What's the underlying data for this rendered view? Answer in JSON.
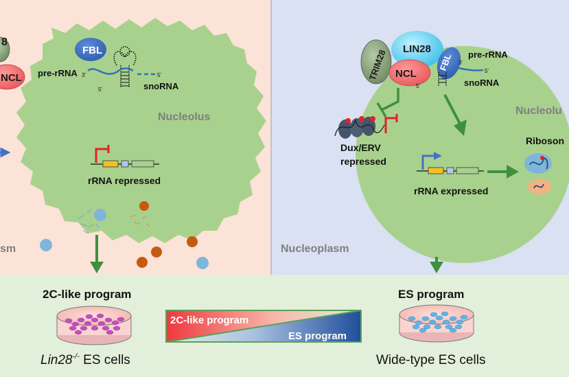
{
  "left": {
    "partial_label_cut": "8",
    "ncl_label": "NCL",
    "fbl_label": "FBL",
    "pre_rrna_label": "pre-rRNA",
    "three_prime": "3'",
    "five_prime_a": "5'",
    "five_prime_b": "5'",
    "snorna_label": "snoRNA",
    "nucleolus_label": "Nucleolus",
    "rrna_status": "rRNA repressed",
    "nucleoplasm_cut": "sm",
    "program_title": "2C-like program",
    "cells_italic": "Lin28",
    "cells_sup": "-/-",
    "cells_rest": " ES cells"
  },
  "right": {
    "trim28_label": "TRIM28",
    "lin28_label": "LIN28",
    "ncl_label": "NCL",
    "fbl_label": "FBL",
    "pre_rrna_label": "pre-rRNA",
    "three_prime": "3'",
    "five_prime_a": "5'",
    "five_prime_b": "5'",
    "snorna_label": "snoRNA",
    "nucleolus_label": "Nucleolu",
    "dux_label_line1": "Dux/ERV",
    "dux_label_line2": "repressed",
    "rrna_status": "rRNA expressed",
    "ribosome_label": "Riboson",
    "nucleoplasm_label": "Nucleoplasm",
    "program_title": "ES program",
    "cells_label": "Wide-type ES cells"
  },
  "gradient_bar": {
    "top_label": "2C-like program",
    "bottom_label": "ES program"
  },
  "colors": {
    "left_bg": "#fbe3d7",
    "right_bg": "#d9e1f2",
    "bottom_bg": "#e2efda",
    "nucleolus": "#a9d18e",
    "arrow_green": "#3f8f3f",
    "promoter_red": "#e3212b",
    "promoter_blue": "#4472c4"
  }
}
